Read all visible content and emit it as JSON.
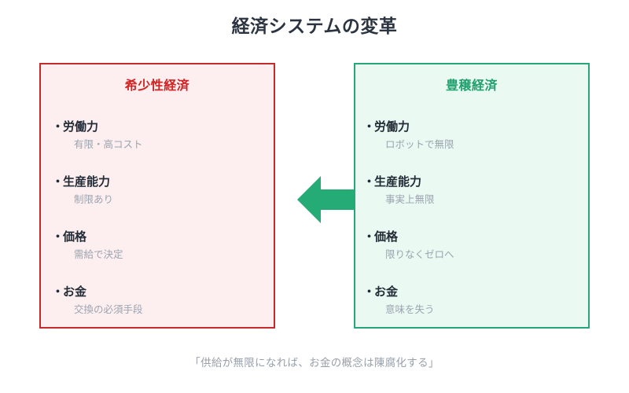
{
  "title": "経済システムの変革",
  "panels": {
    "left": {
      "header": "希少性経済",
      "border_color": "#c62b2b",
      "fill_color": "#fdeff0",
      "header_color": "#d32121",
      "bullet_glyph": "・",
      "items": [
        {
          "label": "労働力",
          "sub": "有限・高コスト"
        },
        {
          "label": "生産能力",
          "sub": "制限あり"
        },
        {
          "label": "価格",
          "sub": "需給で決定"
        },
        {
          "label": "お金",
          "sub": "交換の必須手段"
        }
      ]
    },
    "right": {
      "header": "豊穣経済",
      "border_color": "#27a67c",
      "fill_color": "#eafaf3",
      "header_color": "#1fa06d",
      "bullet_glyph": "・",
      "items": [
        {
          "label": "労働力",
          "sub": "ロボットで無限"
        },
        {
          "label": "生産能力",
          "sub": "事実上無限"
        },
        {
          "label": "価格",
          "sub": "限りなくゼロへ"
        },
        {
          "label": "お金",
          "sub": "意味を失う"
        }
      ]
    }
  },
  "arrow": {
    "direction": "left",
    "color": "#24ab76"
  },
  "footer": "「供給が無限になれば、お金の概念は陳腐化する」"
}
